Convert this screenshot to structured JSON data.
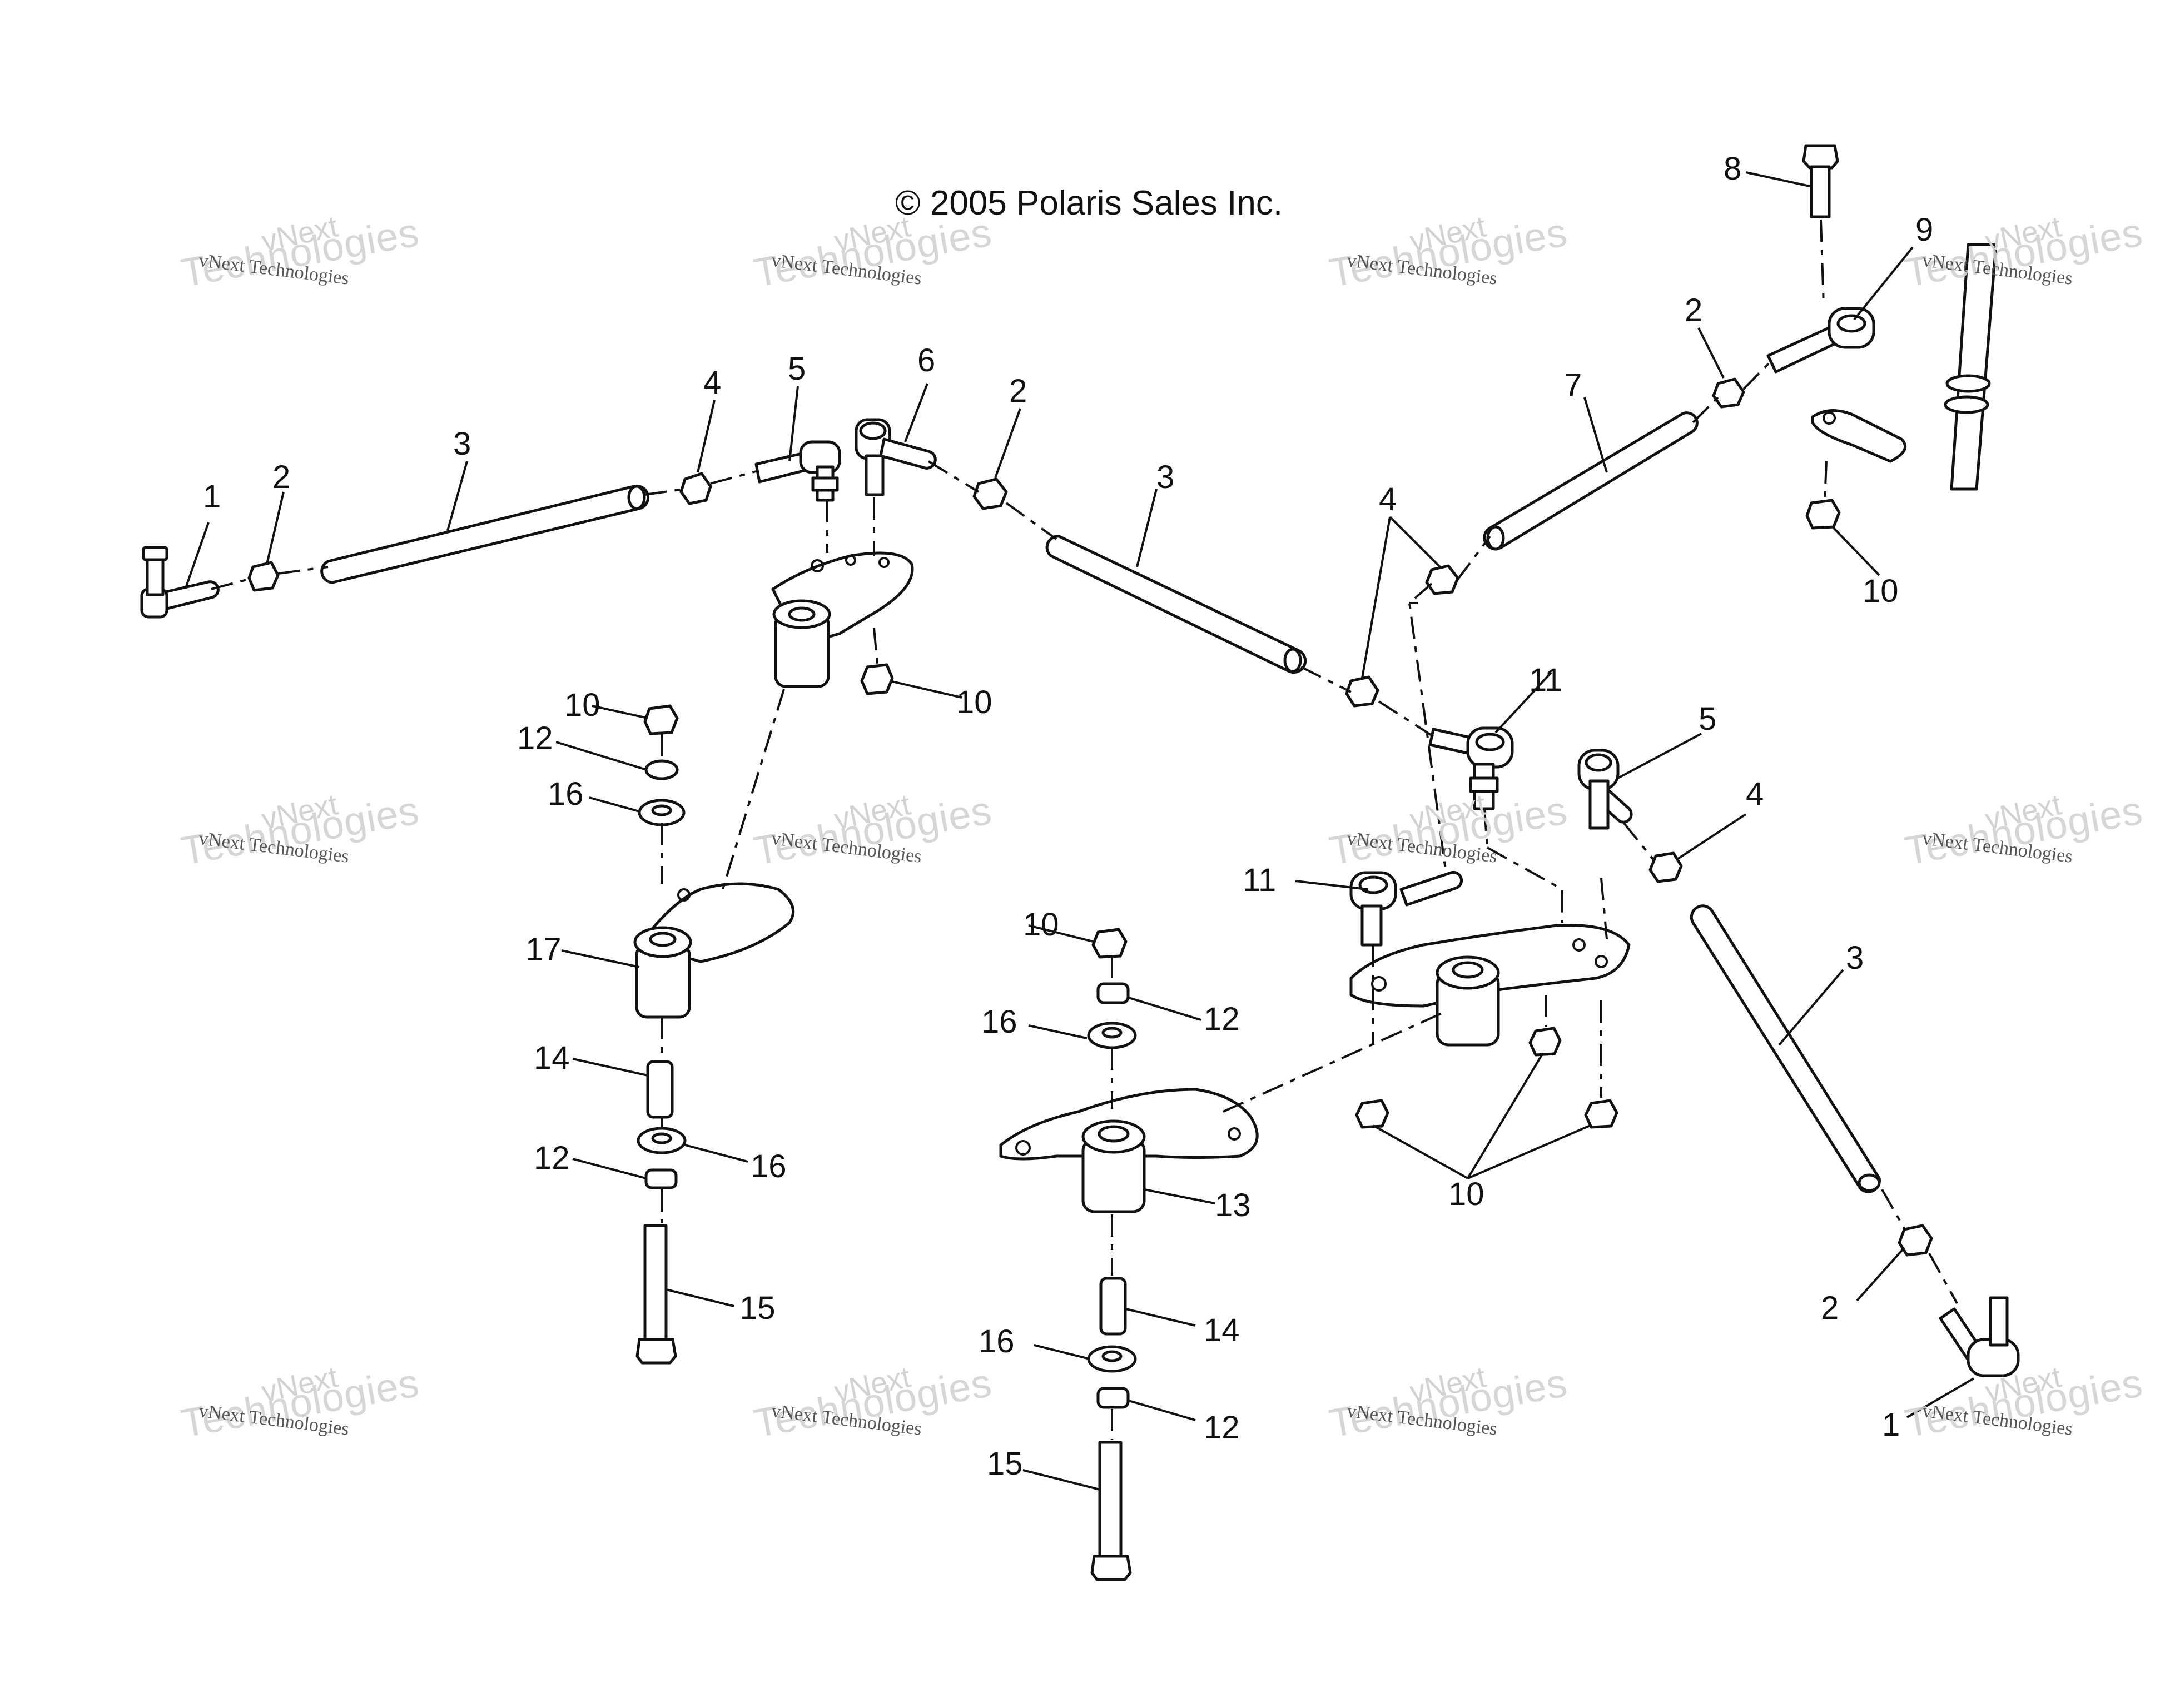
{
  "copyright": "© 2005 Polaris Sales Inc.",
  "watermark": {
    "line1": "vNext Technologies",
    "big": "Technologies",
    "prefix": "vNext"
  },
  "callouts": [
    {
      "id": "c1a",
      "text": "1"
    },
    {
      "id": "c2a",
      "text": "2"
    },
    {
      "id": "c3a",
      "text": "3"
    },
    {
      "id": "c4a",
      "text": "4"
    },
    {
      "id": "c5a",
      "text": "5"
    },
    {
      "id": "c6a",
      "text": "6"
    },
    {
      "id": "c2b",
      "text": "2"
    },
    {
      "id": "c3b",
      "text": "3"
    },
    {
      "id": "c4b",
      "text": "4"
    },
    {
      "id": "c7a",
      "text": "7"
    },
    {
      "id": "c2c",
      "text": "2"
    },
    {
      "id": "c8a",
      "text": "8"
    },
    {
      "id": "c9a",
      "text": "9"
    },
    {
      "id": "c10a",
      "text": "10"
    },
    {
      "id": "c10b",
      "text": "10"
    },
    {
      "id": "c10c",
      "text": "10"
    },
    {
      "id": "c12a",
      "text": "12"
    },
    {
      "id": "c16a",
      "text": "16"
    },
    {
      "id": "c17a",
      "text": "17"
    },
    {
      "id": "c14a",
      "text": "14"
    },
    {
      "id": "c12b",
      "text": "12"
    },
    {
      "id": "c16b",
      "text": "16"
    },
    {
      "id": "c15a",
      "text": "15"
    },
    {
      "id": "c11a",
      "text": "11"
    },
    {
      "id": "c11b",
      "text": "11"
    },
    {
      "id": "c5b",
      "text": "5"
    },
    {
      "id": "c4c",
      "text": "4"
    },
    {
      "id": "c3c",
      "text": "3"
    },
    {
      "id": "c10d",
      "text": "10"
    },
    {
      "id": "c12c",
      "text": "12"
    },
    {
      "id": "c16c",
      "text": "16"
    },
    {
      "id": "c13a",
      "text": "13"
    },
    {
      "id": "c14b",
      "text": "14"
    },
    {
      "id": "c16d",
      "text": "16"
    },
    {
      "id": "c12d",
      "text": "12"
    },
    {
      "id": "c15b",
      "text": "15"
    },
    {
      "id": "c10e",
      "text": "10"
    },
    {
      "id": "c2d",
      "text": "2"
    },
    {
      "id": "c1b",
      "text": "1"
    }
  ]
}
